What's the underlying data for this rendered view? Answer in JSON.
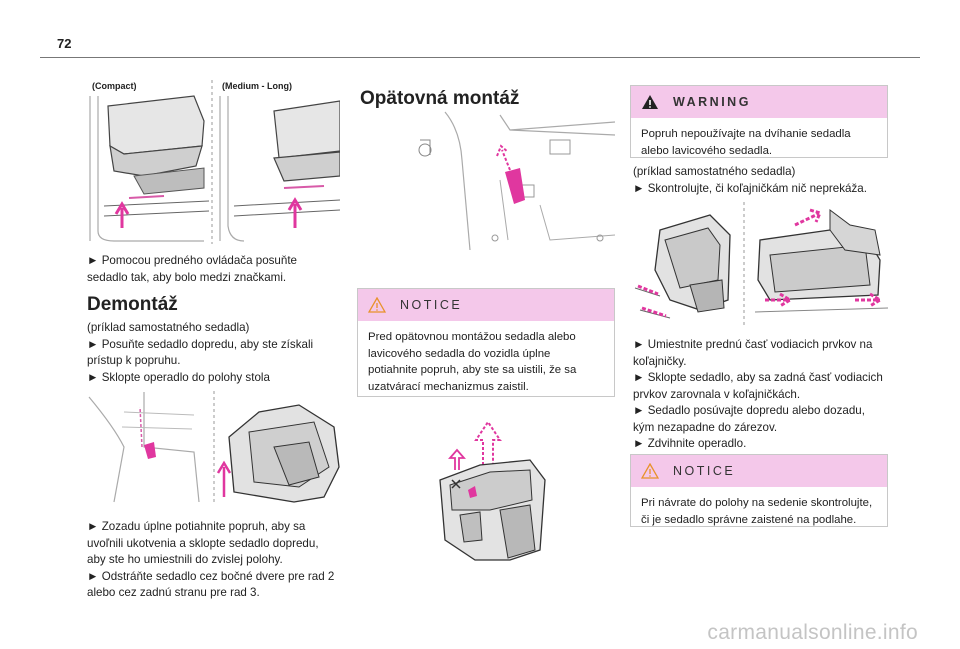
{
  "page_number": "72",
  "col1": {
    "fig_label_compact": "(Compact)",
    "fig_label_medium": "(Medium - Long)",
    "para1": [
      "► Pomocou predného ovládača posuňte",
      "sedadlo tak, aby bolo medzi značkami."
    ],
    "heading": "Demontáž",
    "para2": [
      "(príklad samostatného sedadla)",
      "► Posuňte sedadlo dopredu, aby ste získali",
      "prístup k popruhu.",
      "► Sklopte operadlo do polohy stola"
    ],
    "para3": [
      "► Zozadu úplne potiahnite popruh, aby sa",
      "uvoľnili ukotvenia a sklopte sedadlo dopredu,",
      "aby ste ho umiestnili do zvislej polohy.",
      "► Odstráňte sedadlo cez bočné dvere pre rad 2",
      "alebo cez zadnú stranu pre rad 3."
    ]
  },
  "col2": {
    "heading": "Opätovná montáž",
    "notice": {
      "label": "NOTICE",
      "lines": [
        "Pred opätovnou montážou sedadla alebo",
        "lavicového sedadla do vozidla úplne",
        "potiahnite popruh, aby ste sa uistili, že sa",
        "uzatvárací mechanizmus zaistil."
      ]
    }
  },
  "col3": {
    "warning": {
      "label": "WARNING",
      "lines": [
        "Popruh nepoužívajte na dvíhanie sedadla",
        "alebo lavicového sedadla."
      ]
    },
    "para1": [
      "(príklad samostatného sedadla)",
      "► Skontrolujte, či koľajničkám nič neprekáža."
    ],
    "para2": [
      "► Umiestnite prednú časť vodiacich prvkov na",
      "koľajničky.",
      "► Sklopte sedadlo, aby sa zadná časť vodiacich",
      "prvkov zarovnala v koľajničkách.",
      "► Sedadlo posúvajte dopredu alebo dozadu,",
      "kým nezapadne do zárezov.",
      "► Zdvihnite operadlo."
    ],
    "notice": {
      "label": "NOTICE",
      "lines": [
        "Pri návrate do polohy na sedenie skontrolujte,",
        "či je sedadlo správne zaistené na podlahe."
      ]
    }
  },
  "watermark": "carmanualsonline.info",
  "colors": {
    "accent": "#f4c8ea",
    "arrow": "#e0379f",
    "warning_icon": "#222222",
    "notice_icon": "#e8922a"
  }
}
